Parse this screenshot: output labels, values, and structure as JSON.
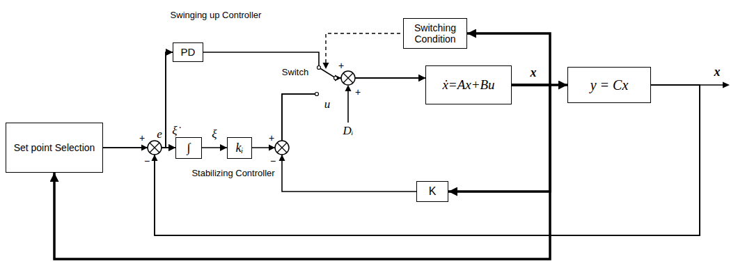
{
  "diagram": {
    "nodes": [
      {
        "text": [
          "Switching Condition"
        ]
      },
      {
        "text": [
          "PD"
        ]
      },
      {
        "text": [
          "ẋ=Ax+Bu"
        ]
      },
      {
        "text": [
          "y = Cx"
        ]
      },
      {
        "text": [
          "Set point Selection"
        ]
      },
      {
        "text": [
          "∫"
        ]
      },
      {
        "text": [
          "kᵢ"
        ]
      },
      {
        "text": [
          "K"
        ]
      }
    ],
    "edges": [
      {
        "from": 4,
        "to": 5,
        "arrow": "to",
        "label": "ξ̇"
      },
      {
        "from": 4,
        "to": 1,
        "arrow": "to"
      },
      {
        "from": 5,
        "to": 6,
        "arrow": "to",
        "label": "ξ"
      },
      {
        "from": 1,
        "to": 2,
        "arrow": "to"
      },
      {
        "from": 6,
        "to": 2,
        "arrow": "to"
      },
      {
        "from": 2,
        "to": 3,
        "arrow": "to",
        "label": "x"
      },
      {
        "from": 2,
        "to": 0,
        "arrow": "to"
      },
      {
        "from": 2,
        "to": 7,
        "arrow": "to"
      },
      {
        "from": 2,
        "to": 4,
        "arrow": "to"
      },
      {
        "from": 7,
        "to": 2,
        "arrow": "to"
      },
      {
        "from": 3,
        "to": 5,
        "arrow": "to"
      },
      {
        "from": 3,
        "to": 1,
        "arrow": "to"
      }
    ],
    "labels": [
      "Swinging up Controller",
      "Switch",
      "u",
      "e",
      "Stabilizing Controller",
      "Dᵢ",
      "x",
      "+",
      "−",
      "+",
      "−",
      "+",
      "+"
    ]
  }
}
